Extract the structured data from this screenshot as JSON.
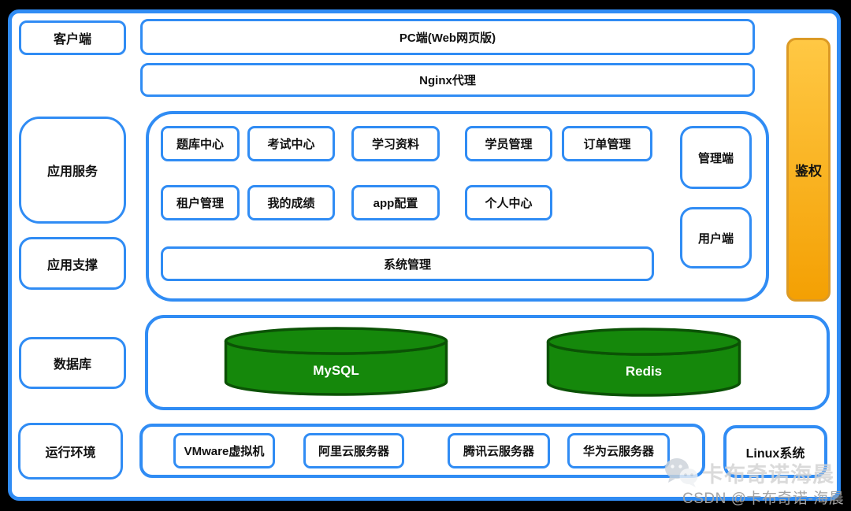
{
  "colors": {
    "blue_border": "#308CF4",
    "auth_gradient_top": "#FFC844",
    "auth_gradient_bottom": "#F4A003",
    "auth_border": "#DC9A25",
    "cylinder_fill": "#15880B",
    "cylinder_stroke": "#0B5205"
  },
  "layers": {
    "client": "客户端",
    "app_service": "应用服务",
    "app_support": "应用支撑",
    "database": "数据库",
    "runtime": "运行环境"
  },
  "client_tier": {
    "pc_web": "PC端(Web网页版)",
    "nginx": "Nginx代理"
  },
  "app_modules": {
    "row1": [
      "题库中心",
      "考试中心",
      "学习资料",
      "学员管理",
      "订单管理"
    ],
    "row2": [
      "租户管理",
      "我的成绩",
      "app配置",
      "个人中心"
    ],
    "system_management": "系统管理",
    "admin_client": "管理端",
    "user_client": "用户端"
  },
  "auth": {
    "label": "鉴权"
  },
  "databases": {
    "mysql": "MySQL",
    "redis": "Redis"
  },
  "runtime_tier": {
    "servers": [
      "VMware虚拟机",
      "阿里云服务器",
      "腾讯云服务器",
      "华为云服务器"
    ],
    "os": "Linux系统"
  },
  "watermark": {
    "icon": "wechat-icon",
    "brand": "卡布奇诺海晨",
    "csdn": "CSDN @卡布奇诺-海晨"
  }
}
